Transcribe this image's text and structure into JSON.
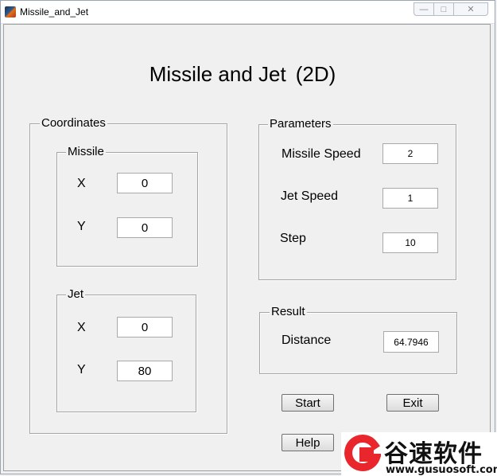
{
  "window": {
    "title": "Missile_and_Jet",
    "controls": {
      "minimize": "—",
      "maximize": "□",
      "close": "✕"
    }
  },
  "heading": {
    "main": "Missile and Jet",
    "suffix": "(2D)"
  },
  "coordinates": {
    "title": "Coordinates",
    "missile": {
      "title": "Missile",
      "x_label": "X",
      "x_value": "0",
      "y_label": "Y",
      "y_value": "0"
    },
    "jet": {
      "title": "Jet",
      "x_label": "X",
      "x_value": "0",
      "y_label": "Y",
      "y_value": "80"
    }
  },
  "parameters": {
    "title": "Parameters",
    "missile_speed_label": "Missile Speed",
    "missile_speed_value": "2",
    "jet_speed_label": "Jet Speed",
    "jet_speed_value": "1",
    "step_label": "Step",
    "step_value": "10"
  },
  "result": {
    "title": "Result",
    "distance_label": "Distance",
    "distance_value": "64.7946"
  },
  "buttons": {
    "start": "Start",
    "exit": "Exit",
    "help": "Help"
  },
  "watermark": {
    "brand_cn": "谷速软件",
    "url": "www.gusuosoft.com",
    "accent": "#e8262b"
  }
}
